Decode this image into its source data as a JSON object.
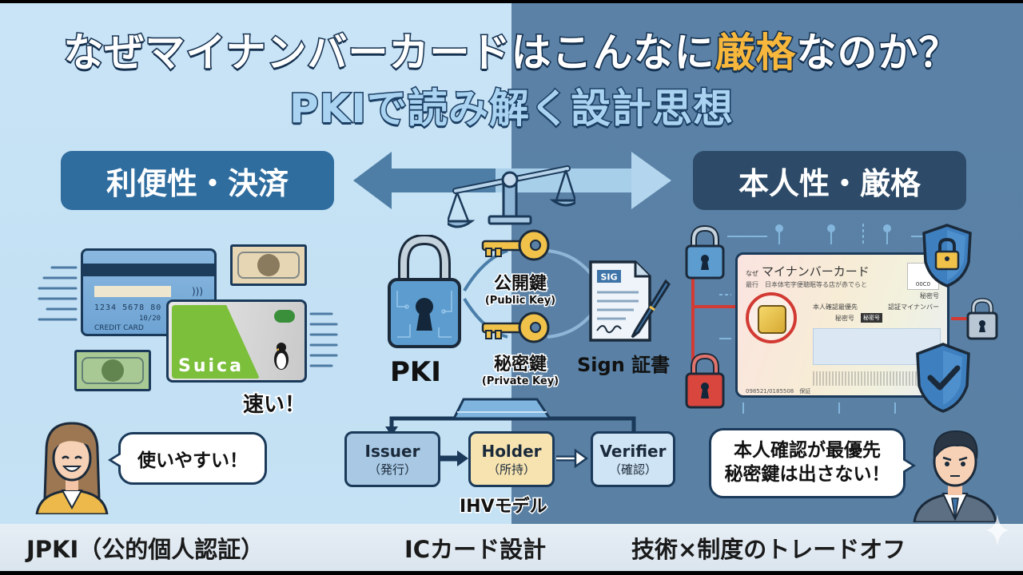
{
  "title": {
    "line1_pre": "なぜマイナンバーカードはこんなに",
    "line1_highlight": "厳格",
    "line1_post": "なのか？",
    "line2": "PKIで読み解く設計思想"
  },
  "colors": {
    "left_bg": "#c6e2f5",
    "right_bg": "#5a81a5",
    "highlight": "#f6b73c",
    "alert_red": "#d23a33",
    "key_gold": "#f1c24a"
  },
  "sections": {
    "left_label": "利便性・決済",
    "right_label": "本人性・厳格"
  },
  "left": {
    "credit_card": {
      "number": "1234 5678 80",
      "expiry": "10/20",
      "label": "CREDIT CARD",
      "contactless_icon": "nfc-icon"
    },
    "suica": {
      "name": "Suica",
      "mascot": "penguin-icon"
    },
    "callout_fast": "速い！",
    "speech": "使いやすい！"
  },
  "center": {
    "pki_label": "PKI",
    "public_key": {
      "jp": "公開鍵",
      "en": "(Public Key)"
    },
    "private_key": {
      "jp": "秘密鍵",
      "en": "(Private Key)"
    },
    "sig_badge": "SIG",
    "sign_label": "Sign 証書",
    "ihv": {
      "issuer": {
        "en": "Issuer",
        "jp": "（発行）"
      },
      "holder": {
        "en": "Holder",
        "jp": "（所持）"
      },
      "verifier": {
        "en": "Verifier",
        "jp": "（確認）"
      },
      "label": "IHVモデル"
    }
  },
  "right": {
    "card": {
      "prefix": "なぜ",
      "title": "マイナンバーカード",
      "line2": "最行　日本体宅字便聴眠等る店が赤でらと",
      "line3": "本人確認最優先",
      "line4": "秘密号",
      "badge": "秘密号",
      "right1": "秘密号",
      "right2": "認証マイナンバー",
      "photo_code": "00C0",
      "serial": "098521/0185508　保証"
    },
    "speech_line1": "本人確認が最優先",
    "speech_line2": "秘密鍵は出さない！"
  },
  "footer": {
    "item1": "JPKI（公的個人認証）",
    "item2": "ICカード設計",
    "item3": "技術×制度のトレードオフ"
  }
}
